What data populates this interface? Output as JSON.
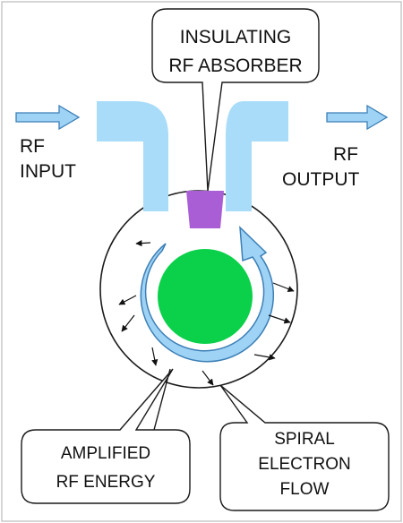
{
  "callouts": {
    "absorber": [
      "INSULATING",
      "RF ABSORBER"
    ],
    "energy": [
      "AMPLIFIED",
      "RF  ENERGY"
    ],
    "electron": [
      "SPIRAL",
      "ELECTRON",
      "FLOW"
    ]
  },
  "labels": {
    "input": [
      "RF",
      "INPUT"
    ],
    "output": [
      "RF",
      "OUTPUT"
    ]
  },
  "colors": {
    "waveguide": "#a9dcf8",
    "arrow_fill": "#9fd3f5",
    "arrow_stroke": "#3c7fb6",
    "absorber": "#a95ed6",
    "core": "#0bd14a",
    "outline": "#1a1a1a"
  },
  "icons": [
    "input-arrow",
    "output-arrow",
    "spiral-flow-arrow",
    "electron-arrow"
  ]
}
